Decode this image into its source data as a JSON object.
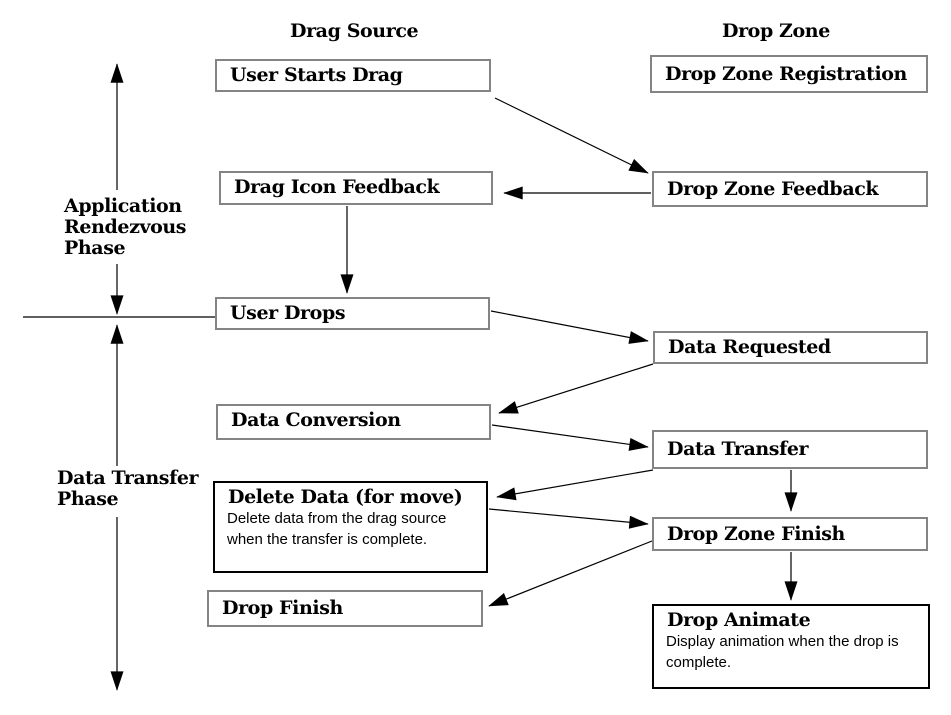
{
  "diagram": {
    "columns": {
      "left_header": "Drag Source",
      "right_header": "Drop Zone"
    },
    "phase_labels": {
      "application": "Application Rendezvous Phase",
      "data_transfer": "Data Transfer Phase"
    },
    "nodes": {
      "user_starts_drag": {
        "title": "User Starts Drag"
      },
      "drag_icon_feedback": {
        "title": "Drag Icon Feedback"
      },
      "user_drops": {
        "title": "User Drops"
      },
      "data_conversion": {
        "title": "Data Conversion"
      },
      "delete_data": {
        "title": "Delete Data (for move)",
        "description": "Delete data from the drag source when the transfer is complete."
      },
      "drop_finish": {
        "title": "Drop Finish"
      },
      "drop_zone_registration": {
        "title": "Drop Zone Registration"
      },
      "drop_zone_feedback": {
        "title": "Drop Zone Feedback"
      },
      "data_requested": {
        "title": "Data Requested"
      },
      "data_transfer": {
        "title": "Data Transfer"
      },
      "drop_zone_finish": {
        "title": "Drop Zone Finish"
      },
      "drop_animate": {
        "title": "Drop Animate",
        "description": "Display animation when the drop is complete."
      }
    },
    "colors": {
      "background": "#ffffff",
      "text": "#000000",
      "arrow": "#000000",
      "box_border": "#848484",
      "emphasis_box_border": "#000000"
    }
  }
}
